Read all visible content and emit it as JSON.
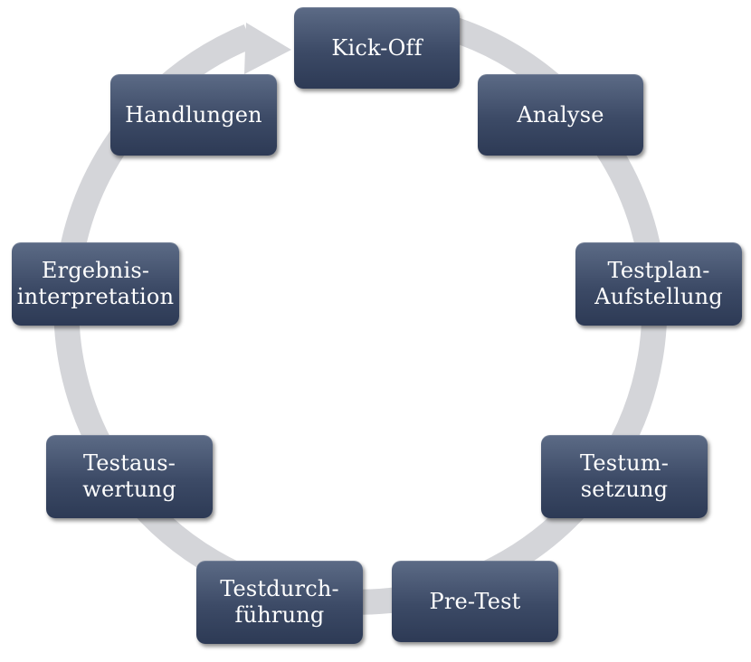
{
  "diagram": {
    "type": "cycle",
    "steps": [
      {
        "id": "kickoff",
        "lines": [
          "Kick-Off"
        ]
      },
      {
        "id": "analyse",
        "lines": [
          "Analyse"
        ]
      },
      {
        "id": "testplan",
        "lines": [
          "Testplan-",
          "Aufstellung"
        ]
      },
      {
        "id": "testumsetzung",
        "lines": [
          "Testum-",
          "setzung"
        ]
      },
      {
        "id": "pretest",
        "lines": [
          "Pre-Test"
        ]
      },
      {
        "id": "testdurchfuehrung",
        "lines": [
          "Testdurch-",
          "führung"
        ]
      },
      {
        "id": "testauswertung",
        "lines": [
          "Testaus-",
          "wertung"
        ]
      },
      {
        "id": "ergebnisinterpretation",
        "lines": [
          "Ergebnis-",
          "interpretation"
        ]
      },
      {
        "id": "handlungen",
        "lines": [
          "Handlungen"
        ]
      }
    ],
    "colors": {
      "ring": "#d4d5d9",
      "box_top": "#5c6b86",
      "box_bottom": "#2d3a55",
      "text": "#ffffff"
    }
  }
}
